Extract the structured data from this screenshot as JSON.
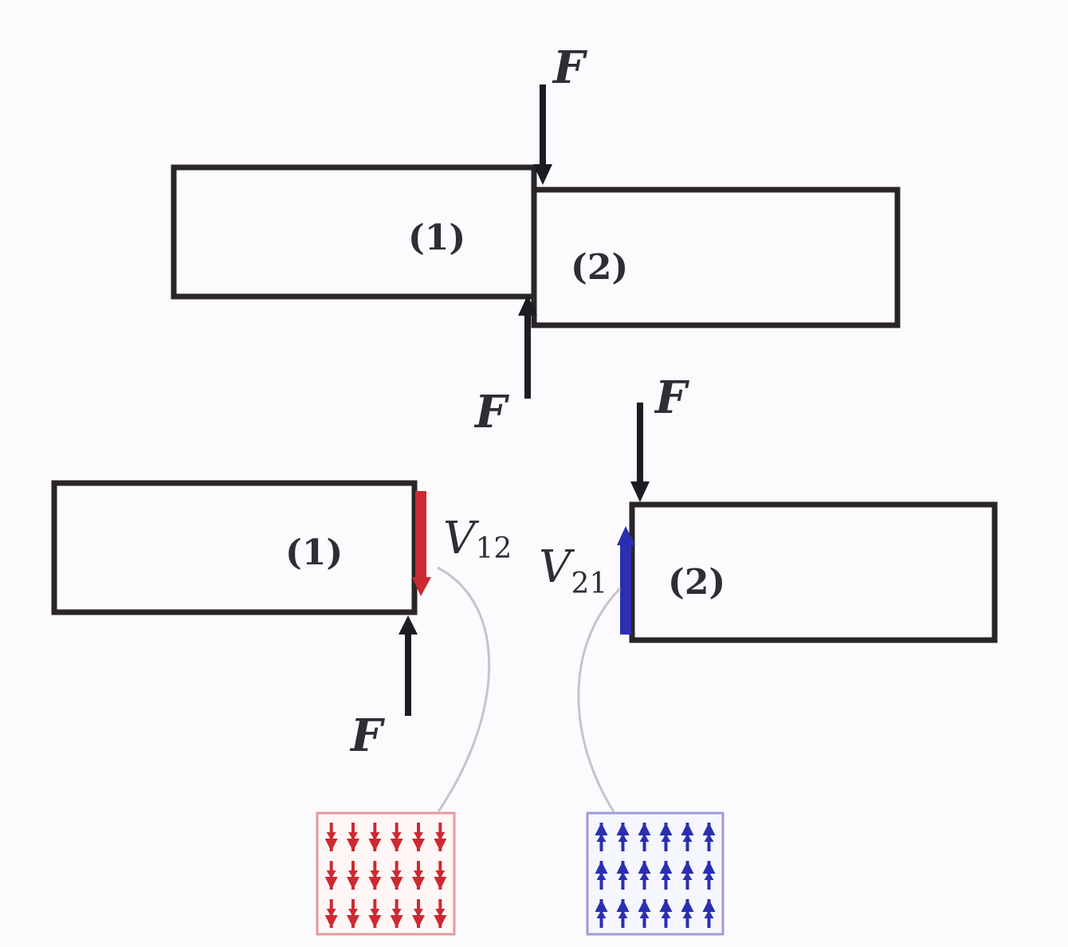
{
  "top": {
    "block1_label": "(1)",
    "block2_label": "(2)",
    "force_top_label": "F",
    "force_bottom_label": "F"
  },
  "bottom_left": {
    "block_label": "(1)",
    "force_label": "F",
    "shear_symbol": "V",
    "shear_subscript": "12"
  },
  "bottom_right": {
    "block_label": "(2)",
    "force_label": "F",
    "shear_symbol": "V",
    "shear_subscript": "21"
  },
  "colors": {
    "outline": "#2b2529",
    "arrow": "#1c1c22",
    "shear_down": "#cc2a32",
    "shear_up": "#2a2fb2",
    "callout": "#c4c4cc",
    "inset_red_border": "#e49a9e",
    "inset_blue_border": "#9c9cdc"
  },
  "insets": {
    "red": {
      "direction": "down",
      "rows": 3,
      "cols": 6
    },
    "blue": {
      "direction": "up",
      "rows": 3,
      "cols": 6
    }
  }
}
